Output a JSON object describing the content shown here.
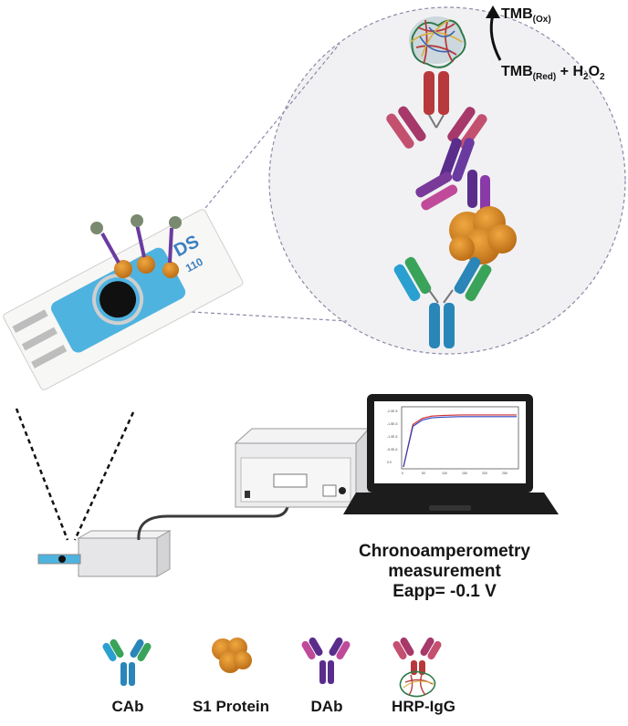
{
  "reaction": {
    "product_base": "TMB",
    "product_sub": "(Ox)",
    "reactant_base": "TMB",
    "reactant_sub": "(Red)",
    "reactant_plus": " + H",
    "reactant_h2o2_sub1": "2",
    "reactant_o": "O",
    "reactant_h2o2_sub2": "2"
  },
  "electrode": {
    "brand_text": "DS",
    "model_text": "110"
  },
  "measurement": {
    "line1": "Chronoamperometry",
    "line2": "measurement",
    "line3": "Eapp= -0.1 V"
  },
  "legend": {
    "items": [
      {
        "label": "CAb",
        "icon": "capture-antibody-icon"
      },
      {
        "label": "S1 Protein",
        "icon": "s1-protein-icon"
      },
      {
        "label": "DAb",
        "icon": "detection-antibody-icon"
      },
      {
        "label": "HRP-IgG",
        "icon": "hrp-igg-icon"
      }
    ]
  },
  "colors": {
    "cab_blue": "#2a86b8",
    "cab_green": "#3aa35a",
    "dab_purple": "#5a2d8c",
    "dab_pink": "#c04a9a",
    "hrp_red": "#b8393b",
    "protein_orange": "#d98b2a",
    "electrode_blue": "#4fb3e0"
  },
  "chart_data": {
    "type": "line",
    "title": "",
    "xlabel": "",
    "ylabel": "",
    "series": [
      {
        "color": "#d03030",
        "x": [
          0,
          25,
          50,
          75,
          100,
          150,
          200,
          250,
          300
        ],
        "y": [
          0,
          0.75,
          0.86,
          0.9,
          0.91,
          0.92,
          0.92,
          0.92,
          0.92
        ]
      },
      {
        "color": "#3040c0",
        "x": [
          0,
          25,
          50,
          75,
          100,
          150,
          200,
          250,
          300
        ],
        "y": [
          0,
          0.72,
          0.83,
          0.87,
          0.88,
          0.89,
          0.89,
          0.89,
          0.89
        ]
      }
    ],
    "xlim": [
      0,
      300
    ],
    "ylim": [
      0,
      1
    ],
    "grid": false
  }
}
